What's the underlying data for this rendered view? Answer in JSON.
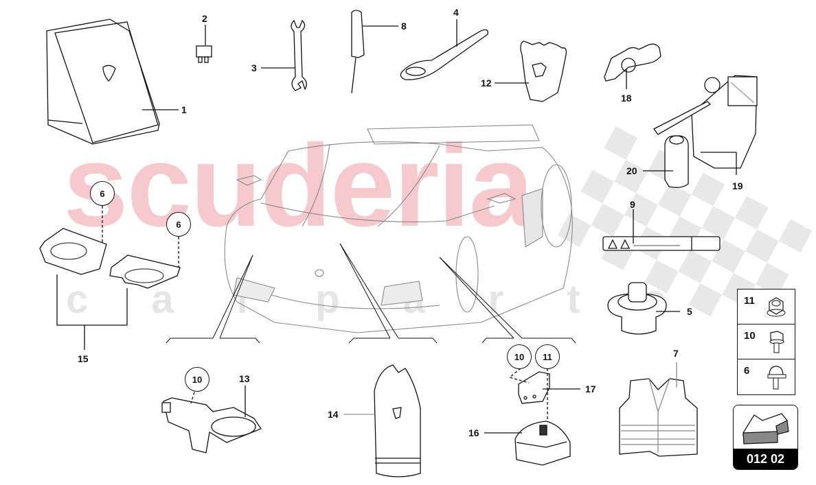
{
  "watermark": {
    "main": "scuderia",
    "sub": "carparts",
    "main_color": "#f6c9cd",
    "sub_color": "#e5e5e5"
  },
  "callouts": [
    {
      "id": "1",
      "part": "first-aid-kit-box"
    },
    {
      "id": "2",
      "part": "fuse"
    },
    {
      "id": "3",
      "part": "open-end-wrench"
    },
    {
      "id": "4",
      "part": "towing-eye"
    },
    {
      "id": "5",
      "part": "wheel-bolt-adapter"
    },
    {
      "id": "7",
      "part": "safety-vest"
    },
    {
      "id": "8",
      "part": "screwdriver"
    },
    {
      "id": "9",
      "part": "warning-triangle"
    },
    {
      "id": "12",
      "part": "gloves"
    },
    {
      "id": "13",
      "part": "horn"
    },
    {
      "id": "14",
      "part": "tool-bag"
    },
    {
      "id": "15",
      "part": "floor-mats"
    },
    {
      "id": "16",
      "part": "battery-charger-connector"
    },
    {
      "id": "17",
      "part": "bracket"
    },
    {
      "id": "18",
      "part": "socket-adapter"
    },
    {
      "id": "19",
      "part": "tyre-repair-compressor"
    },
    {
      "id": "20",
      "part": "sealant-bottle"
    }
  ],
  "circled_refs": {
    "mat1": "6",
    "mat2": "6",
    "horn": "10",
    "bracket_a": "10",
    "bracket_b": "11"
  },
  "legend": [
    {
      "num": "11",
      "icon": "flange-nut-icon"
    },
    {
      "num": "10",
      "icon": "hex-bolt-icon"
    },
    {
      "num": "6",
      "icon": "clip-fastener-icon"
    }
  ],
  "page_badge": {
    "code": "012 02",
    "icon": "arrow-page-icon"
  },
  "colors": {
    "line": "#111111",
    "car_line": "#888888",
    "checker": "#e6e6e6",
    "badge_bg": "#000000",
    "arrow_fill": "#888888"
  }
}
